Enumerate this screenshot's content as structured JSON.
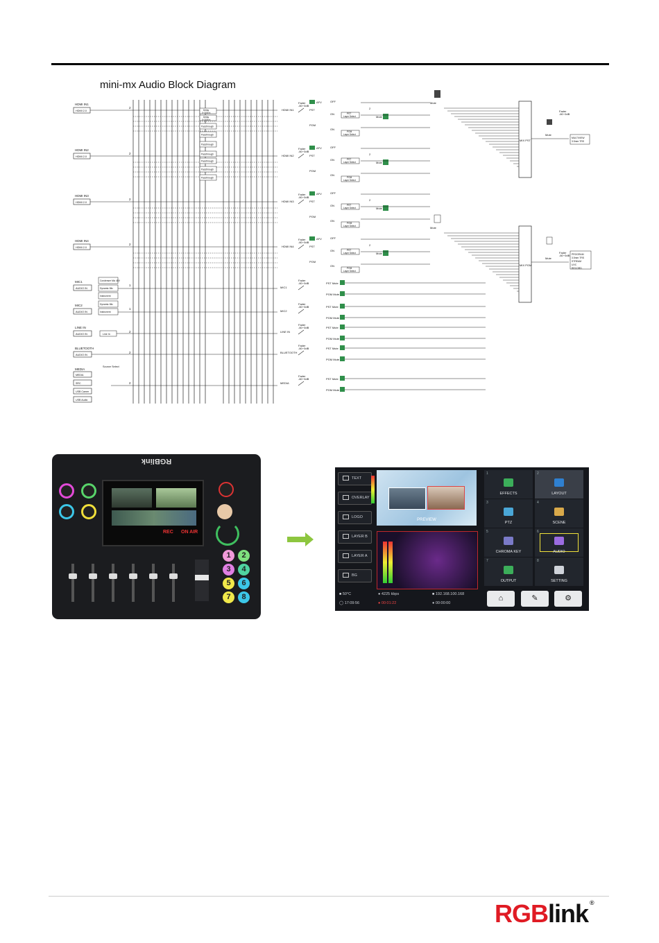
{
  "diagram": {
    "title": "mini-mx Audio Block Diagram",
    "hdmi_inputs": [
      {
        "name": "HDMI IN1",
        "box": "HDMI 2.0",
        "bus": "HDMI IN1"
      },
      {
        "name": "HDMI IN2",
        "box": "HDMI 2.0",
        "bus": "HDMI IN2"
      },
      {
        "name": "HDMI IN3",
        "box": "HDMI 2.0",
        "bus": "HDMI IN3"
      },
      {
        "name": "HDMI IN4",
        "box": "HDMI 2.0",
        "bus": "HDMI IN4"
      }
    ],
    "delay_label": "Delay",
    "delay_range": "0~300ms",
    "passthrough": "Passthrough",
    "mic_inputs": [
      {
        "name": "MIC1",
        "box": "AUDIO IN",
        "opts": [
          "Condenser Mic 48V",
          "Dynamic Mic",
          "Instrument"
        ]
      },
      {
        "name": "MIC2",
        "box": "AUDIO IN",
        "opts": [
          "Dynamic Mic",
          "Instrument"
        ]
      }
    ],
    "line_in": {
      "name": "LINE IN",
      "box": "AUDIO IN",
      "opt": "Line In"
    },
    "bluetooth": {
      "name": "BLUETOOTH",
      "box": "AUDIO IN"
    },
    "media": {
      "name": "MEDIA",
      "boxes": [
        "MEDIA",
        "SRC",
        "USB Camer",
        "USB Audio"
      ],
      "select": "Source Select"
    },
    "fader": "Fader",
    "fader_range": "-60~0dB",
    "afv": "AFV",
    "pst": "PST",
    "pgm": "PGM",
    "off": "OFF",
    "on": "ON",
    "pst_layer": "PST",
    "layer_select": "Layer Select",
    "pgm_layer": "PGM",
    "mute": "Mute",
    "pst_mute": "PST Mute",
    "pgm_mute": "PGM Mute",
    "channels": [
      "MIC1",
      "MIC2",
      "LINE IN",
      "BLUETOOTH",
      "MEDIA"
    ],
    "mix_pst": "MIX PST",
    "mix_pgm": "MIX PGM",
    "out_pst": [
      "MULTIVIEW",
      "3.5mm TRS"
    ],
    "out_pgm": [
      "PROGRAM",
      "3.5mm TRS",
      "STREAM",
      "UVC",
      "RECORD"
    ],
    "number_two": "2",
    "number_one": "1"
  },
  "device": {
    "brand": "RGBlink",
    "pads": [
      "1",
      "2",
      "3",
      "4",
      "5",
      "6",
      "7",
      "8"
    ],
    "screen_rec": "REC",
    "screen_onair": "ON AIR"
  },
  "ui": {
    "left_buttons": [
      "TEXT",
      "OVERLAY",
      "LOGO",
      "LAYER B",
      "LAYER A",
      "BG"
    ],
    "preview_label": "PREVIEW",
    "tiles": [
      {
        "num": "1",
        "label": "EFFECTS"
      },
      {
        "num": "2",
        "label": "LAYOUT"
      },
      {
        "num": "3",
        "label": "PTZ"
      },
      {
        "num": "4",
        "label": "SCENE"
      },
      {
        "num": "5",
        "label": "CHROMA KEY"
      },
      {
        "num": "6",
        "label": "AUDIO"
      },
      {
        "num": "7",
        "label": "OUTPUT"
      },
      {
        "num": "8",
        "label": "SETTING"
      }
    ],
    "status": {
      "temp": "50°C",
      "bitrate": "4225 kbps",
      "ip": "192.168.100.168",
      "clock": "17:09:56",
      "rec_time": "00:01:22",
      "stream_time": "00:00:00"
    }
  },
  "footer": {
    "logo_rgb": "RGB",
    "logo_link": "link",
    "logo_reg": "®"
  }
}
